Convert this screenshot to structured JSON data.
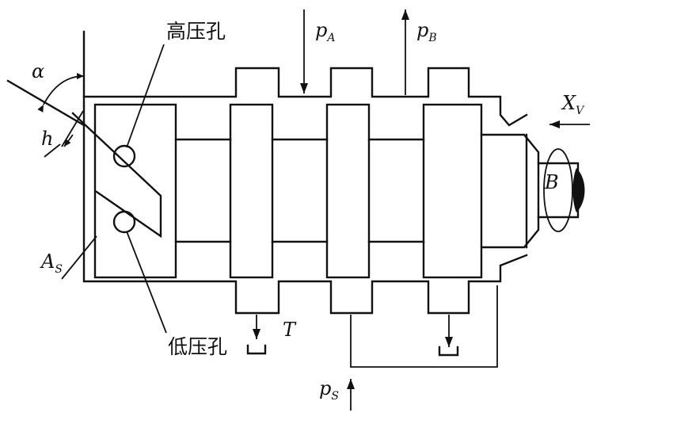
{
  "labels": {
    "high_pressure_hole": "高压孔",
    "low_pressure_hole": "低压孔",
    "alpha": "α",
    "h": "h",
    "a_s_main": "A",
    "a_s_sub": "S",
    "p_a_main": "p",
    "p_a_sub": "A",
    "p_b_main": "p",
    "p_b_sub": "B",
    "p_s_main": "p",
    "p_s_sub": "S",
    "x_v_main": "X",
    "x_v_sub": "V",
    "t": "T",
    "b": "B"
  }
}
